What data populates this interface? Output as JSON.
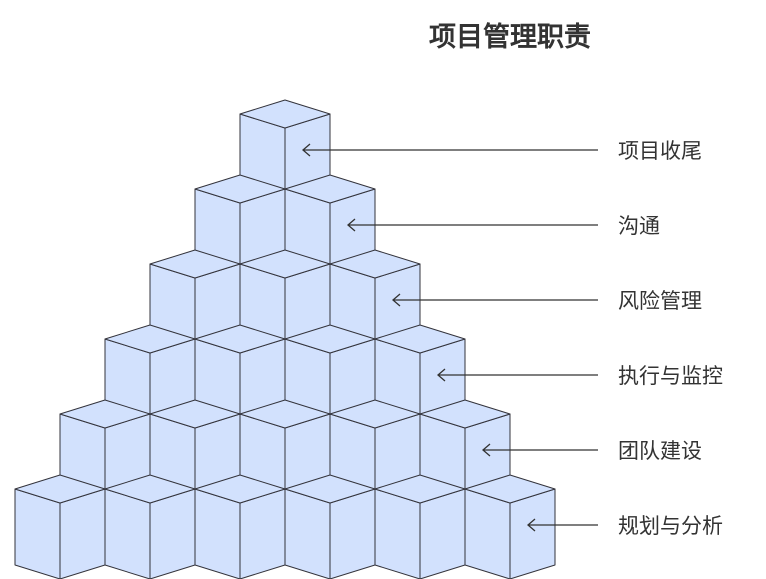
{
  "title": "项目管理职责",
  "colors": {
    "cube_fill": "#d2e1fd",
    "cube_stroke": "#33333b",
    "label_text": "#333333",
    "leader_line": "#333333"
  },
  "levels": [
    {
      "label": "项目收尾",
      "cubes": 1
    },
    {
      "label": "沟通",
      "cubes": 2
    },
    {
      "label": "风险管理",
      "cubes": 3
    },
    {
      "label": "执行与监控",
      "cubes": 4
    },
    {
      "label": "团队建设",
      "cubes": 5
    },
    {
      "label": "规划与分析",
      "cubes": 6
    }
  ]
}
